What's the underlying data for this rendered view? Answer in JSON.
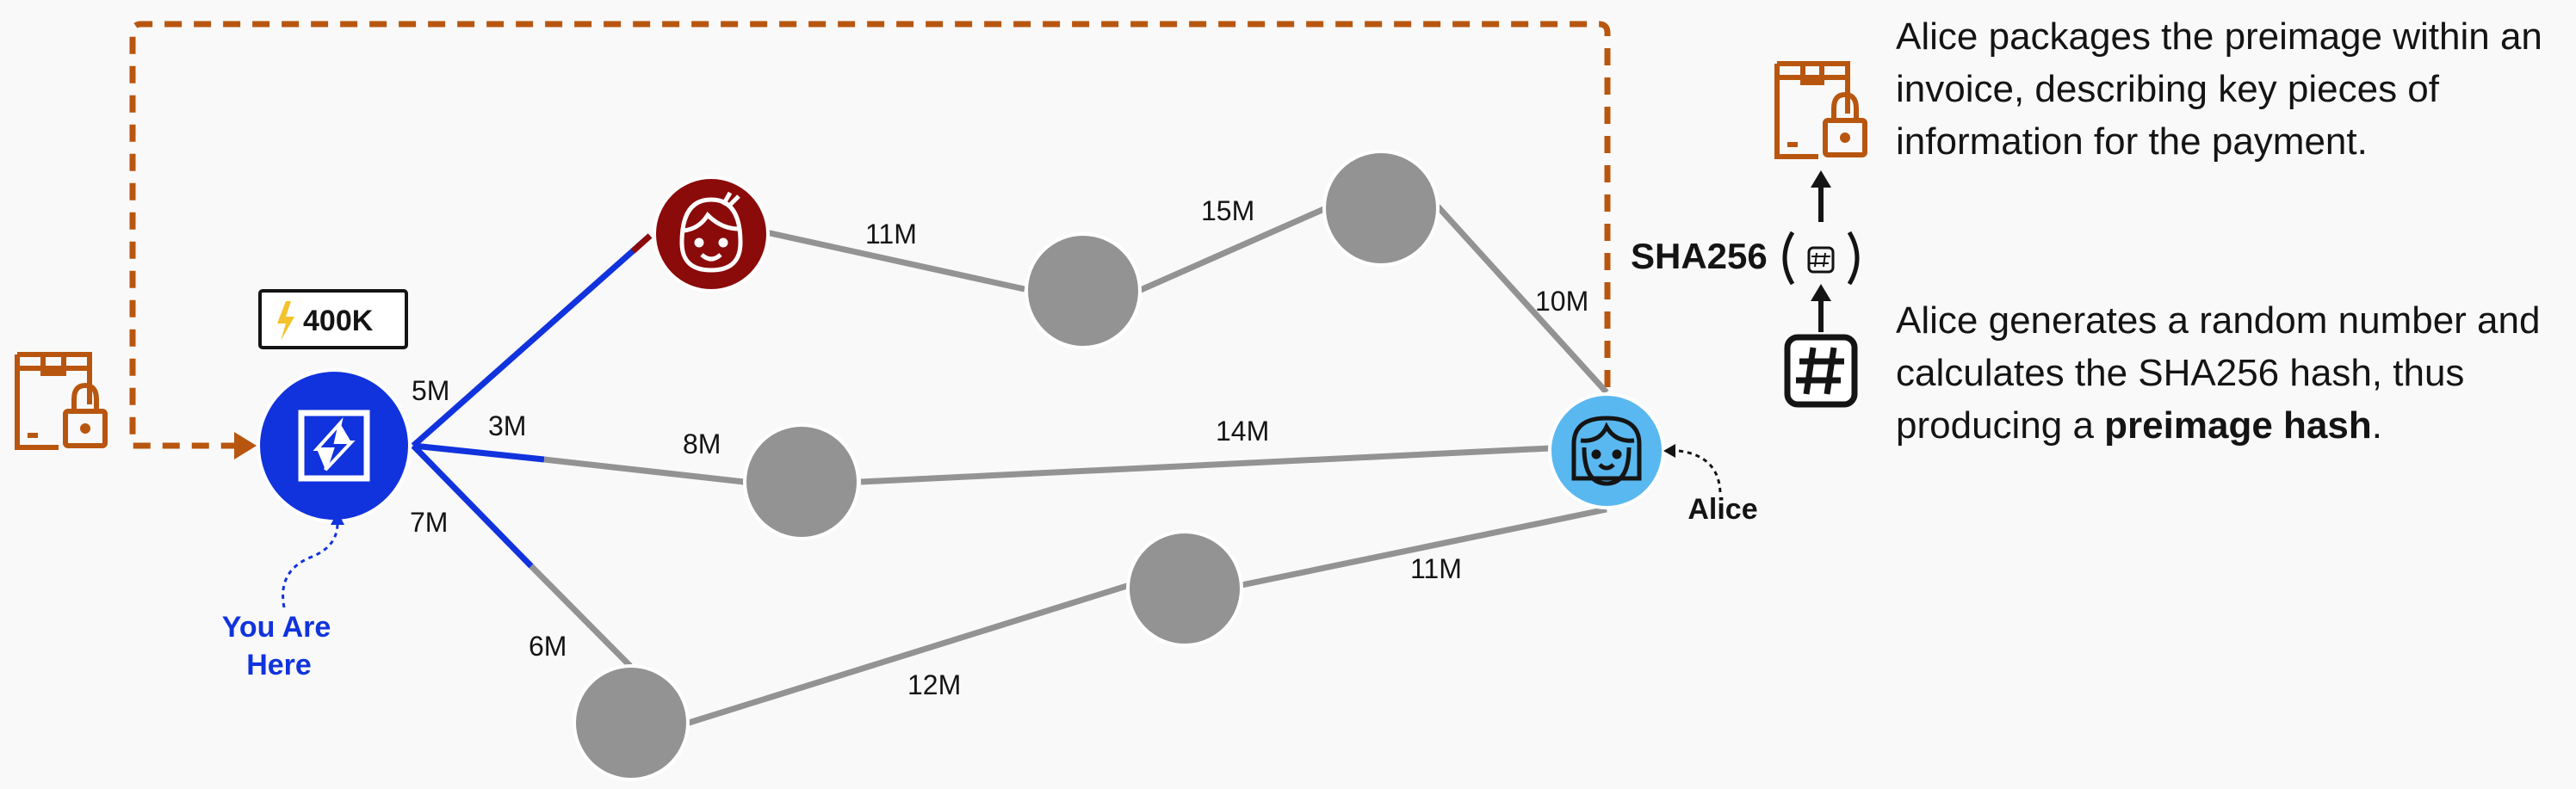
{
  "balance": {
    "label": "400K"
  },
  "you_are_here": {
    "line1": "You Are",
    "line2": "Here"
  },
  "alice_label": "Alice",
  "sha_label": "SHA256",
  "edges": [
    {
      "id": "you-red",
      "label": "5M"
    },
    {
      "id": "you-g2",
      "label": "3M"
    },
    {
      "id": "you-g5",
      "label": "7M"
    },
    {
      "id": "red-g1",
      "label": "11M"
    },
    {
      "id": "g1-g4",
      "label": "15M"
    },
    {
      "id": "g4-alice",
      "label": "10M"
    },
    {
      "id": "g2-split",
      "label": "8M"
    },
    {
      "id": "g2-alice",
      "label": "14M"
    },
    {
      "id": "g5-lower",
      "label": "6M"
    },
    {
      "id": "g5-g3",
      "label": "12M"
    },
    {
      "id": "g3-alice",
      "label": "11M"
    }
  ],
  "explain_top": "Alice packages the preimage within an invoice, describing key pieces of information for the payment.",
  "explain_bottom": {
    "prefix": "Alice generates a random number and calculates the SHA256 hash, thus producing a ",
    "bold": "preimage hash",
    "suffix": "."
  },
  "colors": {
    "blue": "#1133dd",
    "dark_red": "#8b0a0a",
    "light_blue": "#5ab8f0",
    "gray": "#939393",
    "orange": "#b8560f",
    "bolt": "#f4c22b"
  },
  "icons": [
    "invoice-lock-icon",
    "lightning-bolt-icon",
    "node-logo-icon",
    "face-icon",
    "hash-icon"
  ]
}
